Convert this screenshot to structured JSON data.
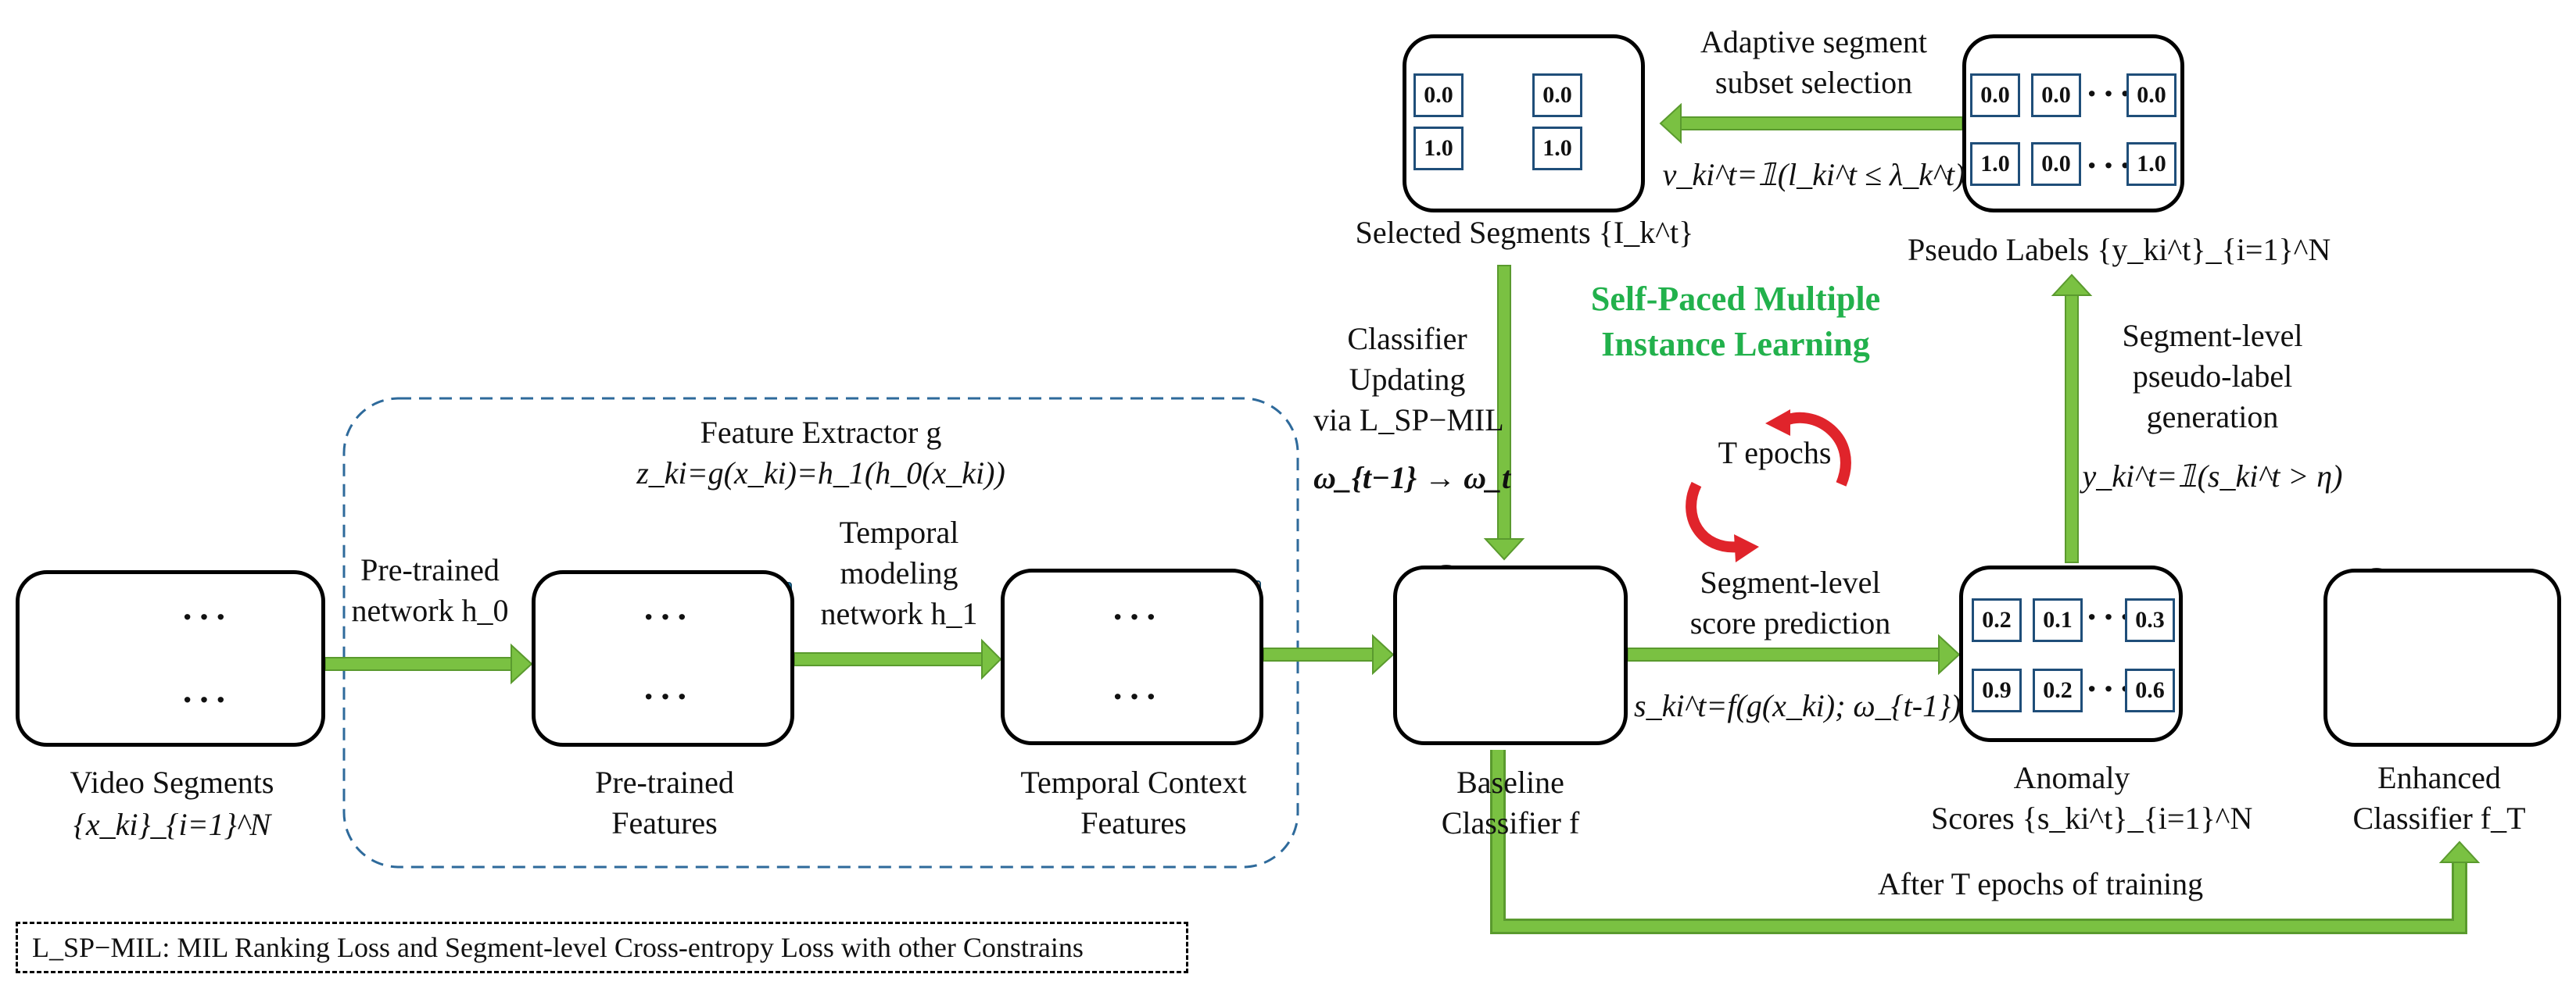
{
  "figure_title": [
    "Self-Paced Multiple",
    "Instance Learning"
  ],
  "nodes": {
    "video_segments": {
      "label": "Video Segments",
      "math": "{x_ki}_{i=1}^N"
    },
    "pretrained_features": {
      "label": [
        "Pre-trained",
        "Features"
      ]
    },
    "temporal_context_features": {
      "label": [
        "Temporal Context",
        "Features"
      ]
    },
    "baseline_classifier": {
      "label": [
        "Baseline",
        "Classifier f"
      ]
    },
    "anomaly_scores": {
      "label": [
        "Anomaly",
        "Scores {s_ki^t}_{i=1}^N"
      ],
      "top_row": [
        "0.2",
        "0.1",
        "0.3"
      ],
      "bottom_row": [
        "0.9",
        "0.2",
        "0.6"
      ]
    },
    "enhanced_classifier": {
      "label": [
        "Enhanced",
        "Classifier f_T"
      ]
    },
    "pseudo_labels": {
      "label": "Pseudo Labels {y_ki^t}_{i=1}^N",
      "top_row": [
        "0.0",
        "0.0",
        "0.0"
      ],
      "bottom_row": [
        "1.0",
        "0.0",
        "1.0"
      ]
    },
    "selected_segments": {
      "label": "Selected  Segments {I_k^t}",
      "top_row": [
        "0.0",
        "0.0"
      ],
      "bottom_row": [
        "1.0",
        "1.0"
      ]
    }
  },
  "feature_extractor": {
    "title": "Feature Extractor g",
    "formula": "z_ki=g(x_ki)=h_1(h_0(x_ki))"
  },
  "edges": {
    "pretrained_network": [
      "Pre-trained",
      "network h_0"
    ],
    "temporal_modeling": [
      "Temporal",
      "modeling",
      "network h_1"
    ],
    "score_prediction": [
      "Segment-level",
      "score prediction"
    ],
    "score_formula": "s_ki^t=f(g(x_ki); ω_{t-1})",
    "pseudo_label_generation": [
      "Segment-level",
      "pseudo-label",
      "generation"
    ],
    "pseudo_label_formula": "y_ki^t=𝟙(s_ki^t > η)",
    "adaptive_selection": [
      "Adaptive segment",
      "subset selection"
    ],
    "selection_formula": "v_ki^t=𝟙(l_ki^t ≤ λ_k^t)",
    "classifier_updating": [
      "Classifier",
      "Updating",
      "via L_SP−MIL",
      "ω_{t−1} → ω_t"
    ],
    "epochs_cycle": "T epochs",
    "after_training": "After T epochs of training"
  },
  "legend": "L_SP−MIL: MIL Ranking  Loss and Segment-level Cross-entropy Loss with other Constrains",
  "colors": {
    "arrow": "#7ac142",
    "arrow_edge": "#5a9a2e",
    "feature_blue": "#1ca2dd",
    "feature_orange": "#f2b48c",
    "neuron": "#f7c4a1",
    "cycle_red": "#e0242b",
    "title_green": "#22b14c",
    "dashed_border": "#2e6a9b"
  }
}
